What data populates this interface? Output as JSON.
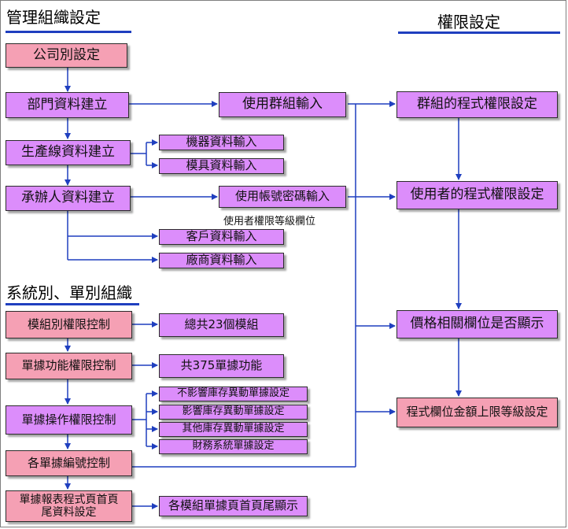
{
  "sections": {
    "management": "管理組織設定",
    "permission": "權限設定",
    "system": "系統別、單別組織"
  },
  "boxes": {
    "company": "公司別設定",
    "department": "部門資料建立",
    "group_input": "使用群組輸入",
    "group_perm": "群組的程式權限設定",
    "production_line": "生產線資料建立",
    "machine_input": "機器資料輸入",
    "mold_input": "模具資料輸入",
    "contractor": "承辦人資料建立",
    "account_input": "使用帳號密碼輸入",
    "account_note": "使用者權限等級欄位",
    "user_perm": "使用者的程式權限設定",
    "customer_input": "客戶資料輸入",
    "vendor_input": "廠商資料輸入",
    "module_perm": "模組別權限控制",
    "modules_total": "總共23個模組",
    "doc_func_perm": "單據功能權限控制",
    "doc_func_total": "共375單據功能",
    "doc_op_perm": "單據操作權限控制",
    "no_stock_change": "不影響庫存異動單據設定",
    "stock_change": "影響庫存異動單據設定",
    "other_stock_change": "其他庫存異動單據設定",
    "finance_doc": "財務系統單據設定",
    "doc_numbering": "各單據編號控制",
    "report_header": "單據報表程式頁首頁尾資料設定",
    "header_display": "各模組單據頁首頁尾顯示",
    "price_fields": "價格相關欄位是否顯示",
    "amount_limit": "程式欄位金額上限等級設定"
  },
  "colors": {
    "pink": "#f5a0b4",
    "violet": "#dc8dfb",
    "connector": "#1f3fbf"
  }
}
